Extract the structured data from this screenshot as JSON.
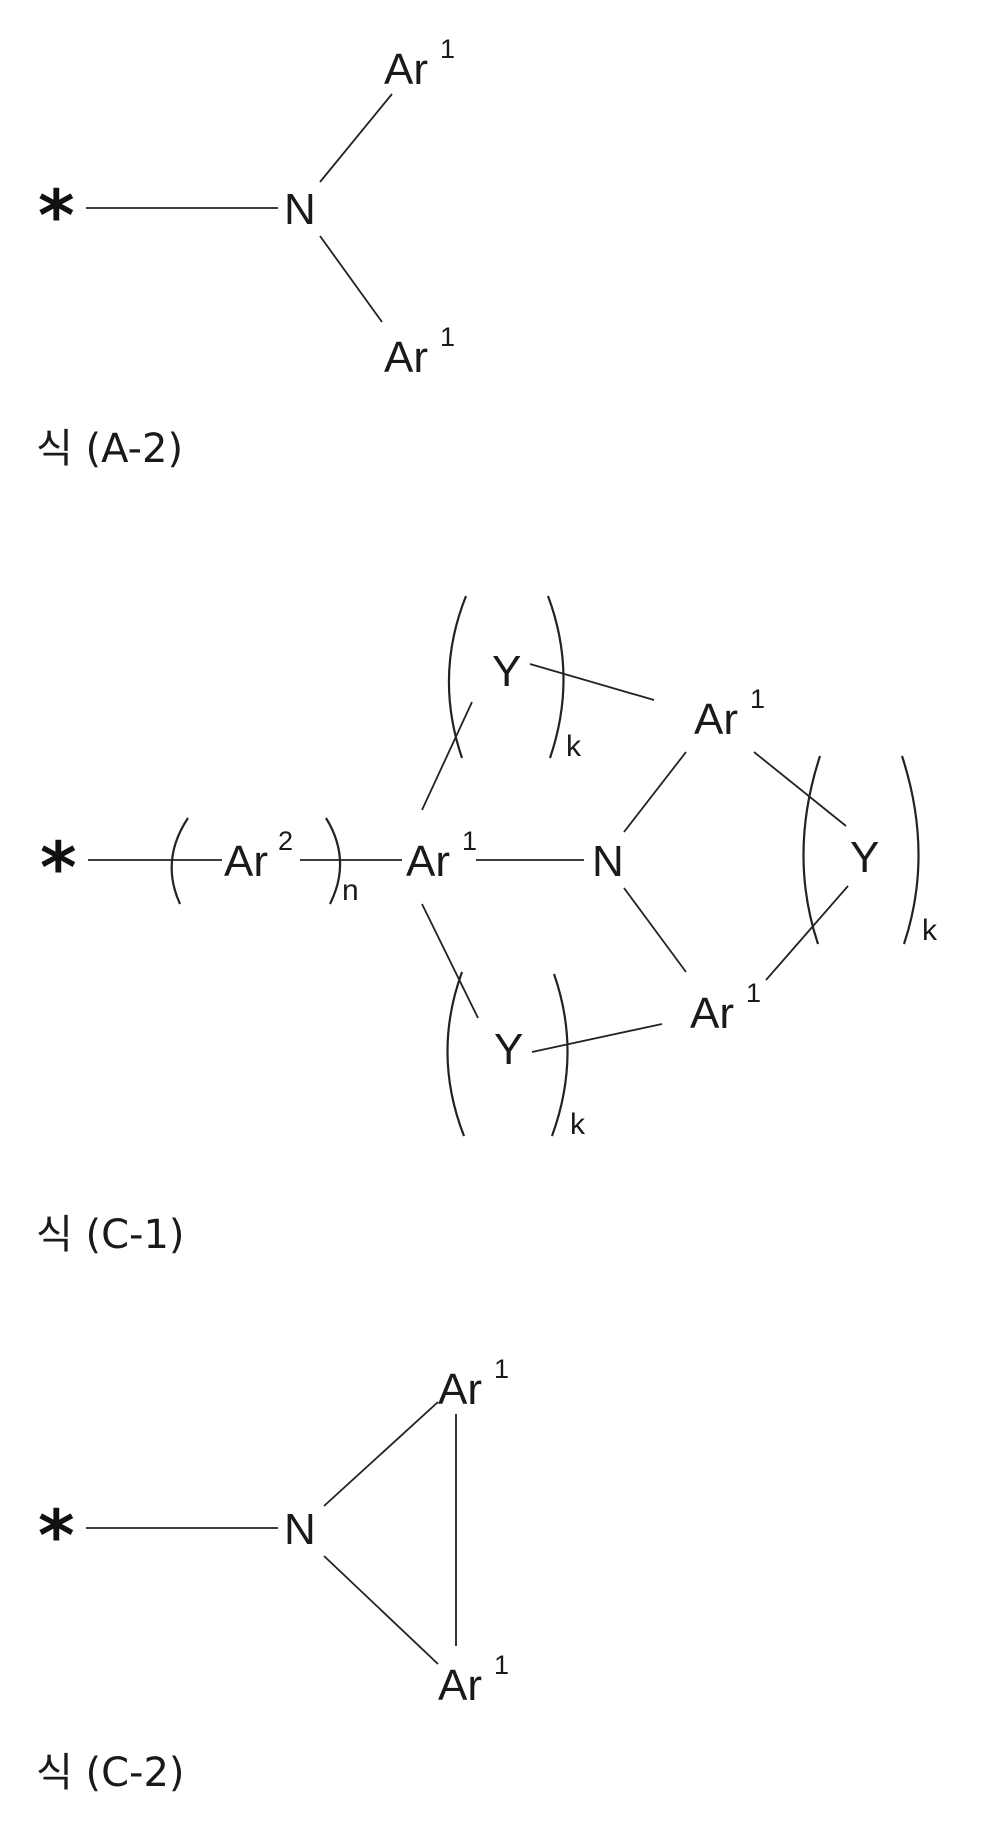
{
  "formulas": {
    "a2": {
      "star": "*",
      "n": "N",
      "ar_top": "Ar",
      "ar_top_sup": "1",
      "ar_bot": "Ar",
      "ar_bot_sup": "1",
      "caption": "식 (A-2)"
    },
    "c1": {
      "star": "*",
      "ar2": "Ar",
      "ar2_sup": "2",
      "n_sub": "n",
      "ar_center": "Ar",
      "ar_center_sup": "1",
      "n": "N",
      "ar_right_top": "Ar",
      "ar_right_top_sup": "1",
      "ar_right_bot": "Ar",
      "ar_right_bot_sup": "1",
      "y_top": "Y",
      "k_top": "k",
      "y_right": "Y",
      "k_right": "k",
      "y_bot": "Y",
      "k_bot": "k",
      "caption": "식 (C-1)"
    },
    "c2": {
      "star": "*",
      "n": "N",
      "ar_top": "Ar",
      "ar_top_sup": "1",
      "ar_bot": "Ar",
      "ar_bot_sup": "1",
      "caption": "식 (C-2)"
    }
  },
  "colors": {
    "ink": "#1a1a1a",
    "background": "#ffffff"
  }
}
